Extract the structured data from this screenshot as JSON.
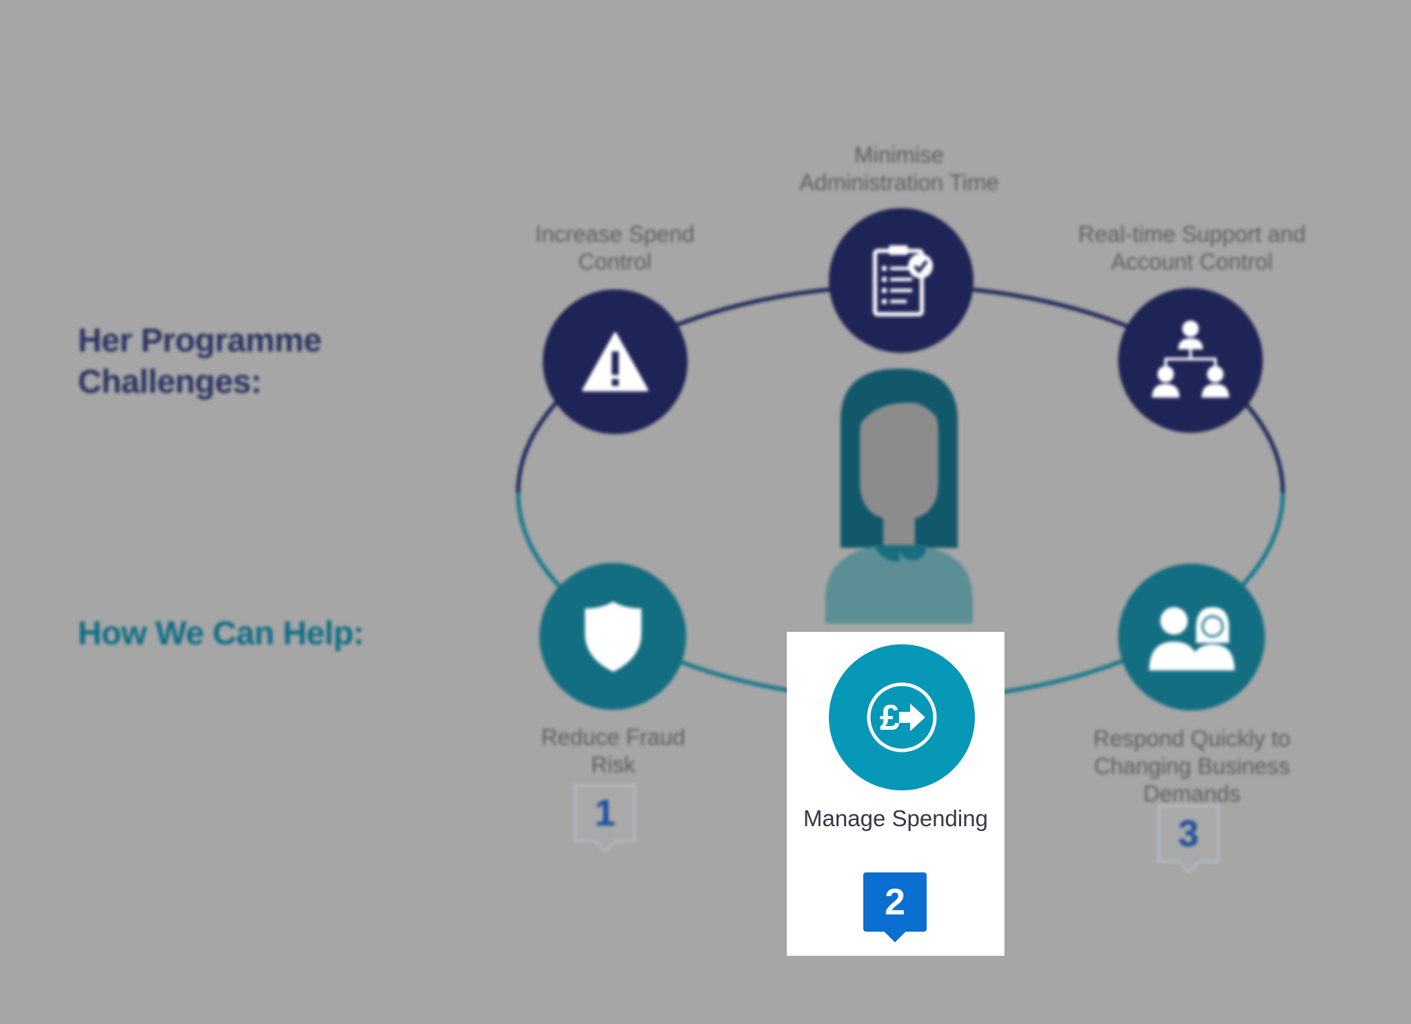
{
  "headings": {
    "challenges": "Her Programme Challenges:",
    "help": "How We Can Help:"
  },
  "challenges": [
    {
      "label": "Increase Spend Control",
      "icon": "warning-icon"
    },
    {
      "label": "Minimise Administration Time",
      "icon": "checklist-icon"
    },
    {
      "label": "Real-time Support and Account Control",
      "icon": "org-chart-icon"
    }
  ],
  "solutions": [
    {
      "label": "Reduce Fraud Risk",
      "number": "1",
      "icon": "shield-icon"
    },
    {
      "label": "Manage Spending",
      "number": "2",
      "icon": "pound-transfer-icon",
      "highlighted": true
    },
    {
      "label": "Respond Quickly to Changing Business Demands",
      "number": "3",
      "icon": "people-icon"
    }
  ],
  "colors": {
    "overlay_gray": "#a6a6a6",
    "navy": "#1f2456",
    "teal": "#146e82",
    "highlight_teal": "#0798b8",
    "tag_blue": "#0b6fd1"
  }
}
